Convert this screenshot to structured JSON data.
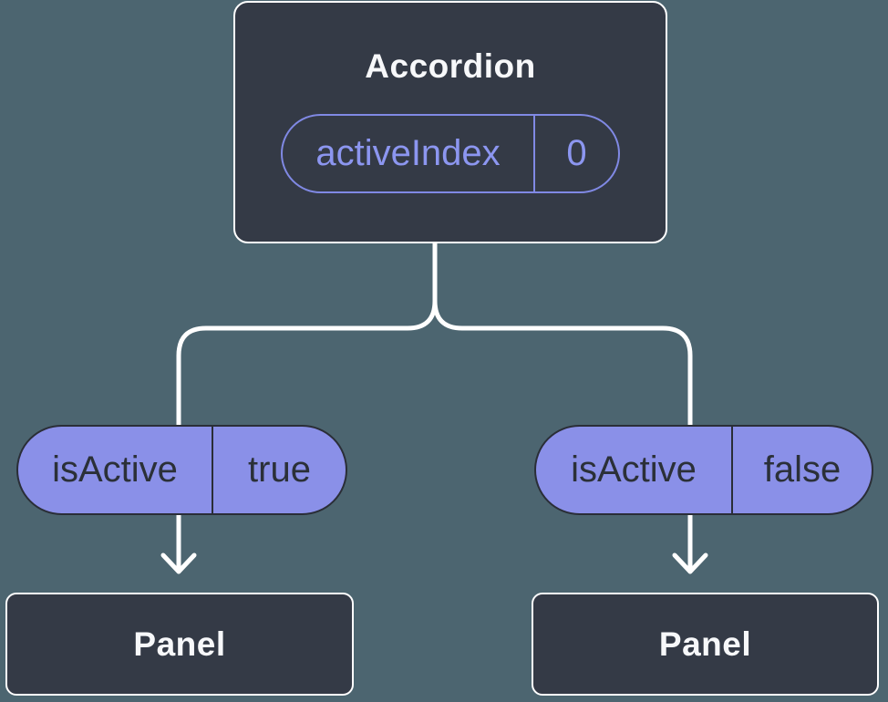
{
  "colors": {
    "background": "#4C6570",
    "node-bg": "#343A46",
    "node-border": "#FFFFFF",
    "node-text": "#F7F8FA",
    "pill-fill": "#8A90E8",
    "pill-border": "#2A2E37",
    "pill-text": "#2B3038",
    "state-border": "#8089E4",
    "state-text": "#8C96F0",
    "line": "#FFFFFF"
  },
  "accordion": {
    "title": "Accordion",
    "state": {
      "name": "activeIndex",
      "value": "0"
    }
  },
  "branches": [
    {
      "prop": {
        "name": "isActive",
        "value": "true"
      },
      "node": "Panel"
    },
    {
      "prop": {
        "name": "isActive",
        "value": "false"
      },
      "node": "Panel"
    }
  ]
}
